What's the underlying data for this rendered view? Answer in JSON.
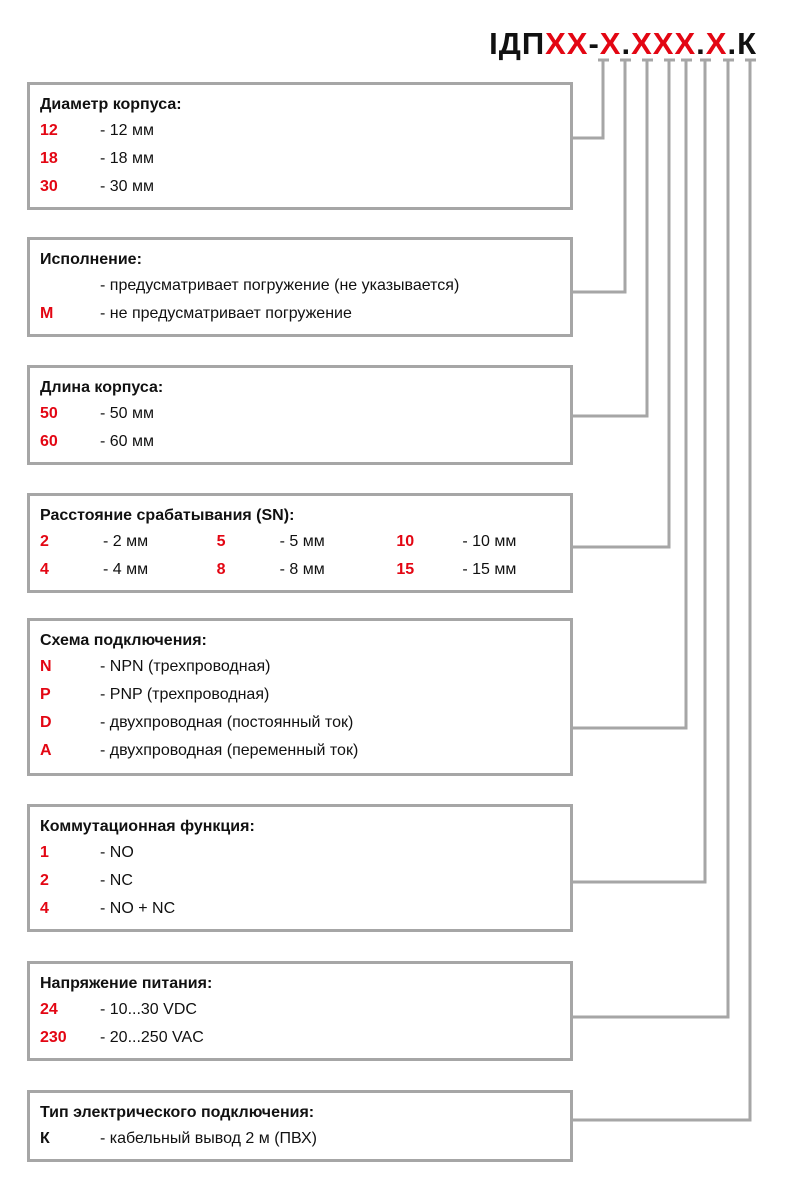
{
  "code": {
    "parts": [
      {
        "text": "ІДП",
        "red": false
      },
      {
        "text": "XX",
        "red": true
      },
      {
        "text": "-",
        "red": false
      },
      {
        "text": "X",
        "red": true
      },
      {
        "text": ".",
        "red": false
      },
      {
        "text": "XXX",
        "red": true
      },
      {
        "text": ".",
        "red": false
      },
      {
        "text": "X",
        "red": true
      },
      {
        "text": ".К",
        "red": false
      }
    ]
  },
  "colors": {
    "accent": "#e30613",
    "border": "#a6a6a6",
    "text": "#111111"
  },
  "sections": {
    "diameter": {
      "title": "Диаметр корпуса:",
      "rows": [
        {
          "key": "12",
          "desc": "- 12 мм"
        },
        {
          "key": "18",
          "desc": "- 18 мм"
        },
        {
          "key": "30",
          "desc": "- 30 мм"
        }
      ]
    },
    "execution": {
      "title": "Исполнение:",
      "rows": [
        {
          "key": "",
          "desc": "- предусматривает погружение (не указывается)"
        },
        {
          "key": "M",
          "desc": "- не предусматривает погружение"
        }
      ]
    },
    "length": {
      "title": "Длина корпуса:",
      "rows": [
        {
          "key": "50",
          "desc": "- 50 мм"
        },
        {
          "key": "60",
          "desc": "- 60 мм"
        }
      ]
    },
    "distance": {
      "title": "Расстояние срабатывания (SN):",
      "rows": [
        [
          {
            "key": "2",
            "desc": "- 2 мм"
          },
          {
            "key": "5",
            "desc": "- 5 мм"
          },
          {
            "key": "10",
            "desc": "- 10 мм"
          }
        ],
        [
          {
            "key": "4",
            "desc": "- 4 мм"
          },
          {
            "key": "8",
            "desc": "- 8 мм"
          },
          {
            "key": "15",
            "desc": "- 15 мм"
          }
        ]
      ]
    },
    "wiring": {
      "title": "Схема подключения:",
      "rows": [
        {
          "key": "N",
          "desc": "- NPN (трехпроводная)"
        },
        {
          "key": "P",
          "desc": "- PNP (трехпроводная)"
        },
        {
          "key": "D",
          "desc": "- двухпроводная (постоянный ток)"
        },
        {
          "key": "A",
          "desc": "- двухпроводная (переменный ток)"
        }
      ]
    },
    "function": {
      "title": "Коммутационная функция:",
      "rows": [
        {
          "key": "1",
          "desc": "- NO"
        },
        {
          "key": "2",
          "desc": "- NC"
        },
        {
          "key": "4",
          "desc": "- NO + NC"
        }
      ]
    },
    "voltage": {
      "title": "Напряжение питания:",
      "rows": [
        {
          "key": "24",
          "desc": "- 10...30 VDC"
        },
        {
          "key": "230",
          "desc": "- 20...250 VAC"
        }
      ]
    },
    "connection": {
      "title": "Тип электрического подключения:",
      "rows": [
        {
          "key": "К",
          "desc": "- кабельный вывод 2 м (ПВХ)"
        }
      ]
    }
  }
}
